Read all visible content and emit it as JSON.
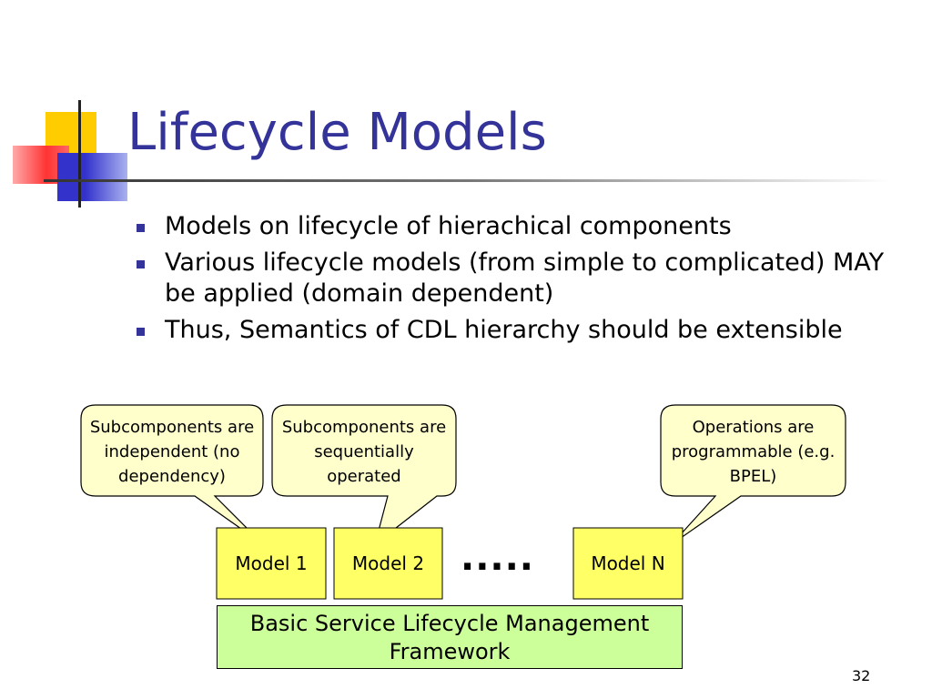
{
  "slide": {
    "title": "Lifecycle Models",
    "page_number": "32"
  },
  "bullets": [
    {
      "text": "Models on lifecycle of hierachical components"
    },
    {
      "text": "Various lifecycle models (from simple to complicated) MAY be applied (domain dependent)"
    },
    {
      "text": "Thus, Semantics of CDL hierarchy should be extensible"
    }
  ],
  "diagram": {
    "callouts": [
      {
        "text": "Subcomponents are independent (no dependency)"
      },
      {
        "text": "Subcomponents are sequentially operated"
      },
      {
        "text": "Operations are programmable (e.g. BPEL)"
      }
    ],
    "models": [
      {
        "label": "Model 1"
      },
      {
        "label": "Model 2"
      },
      {
        "label": "Model N"
      }
    ],
    "ellipsis": ".....",
    "framework_label": "Basic Service Lifecycle Management Framework"
  },
  "colors": {
    "title": "#333399",
    "bullet": "#333399",
    "callout_fill": "#ffffcc",
    "model_fill": "#ffff66",
    "framework_fill": "#ccff99"
  }
}
